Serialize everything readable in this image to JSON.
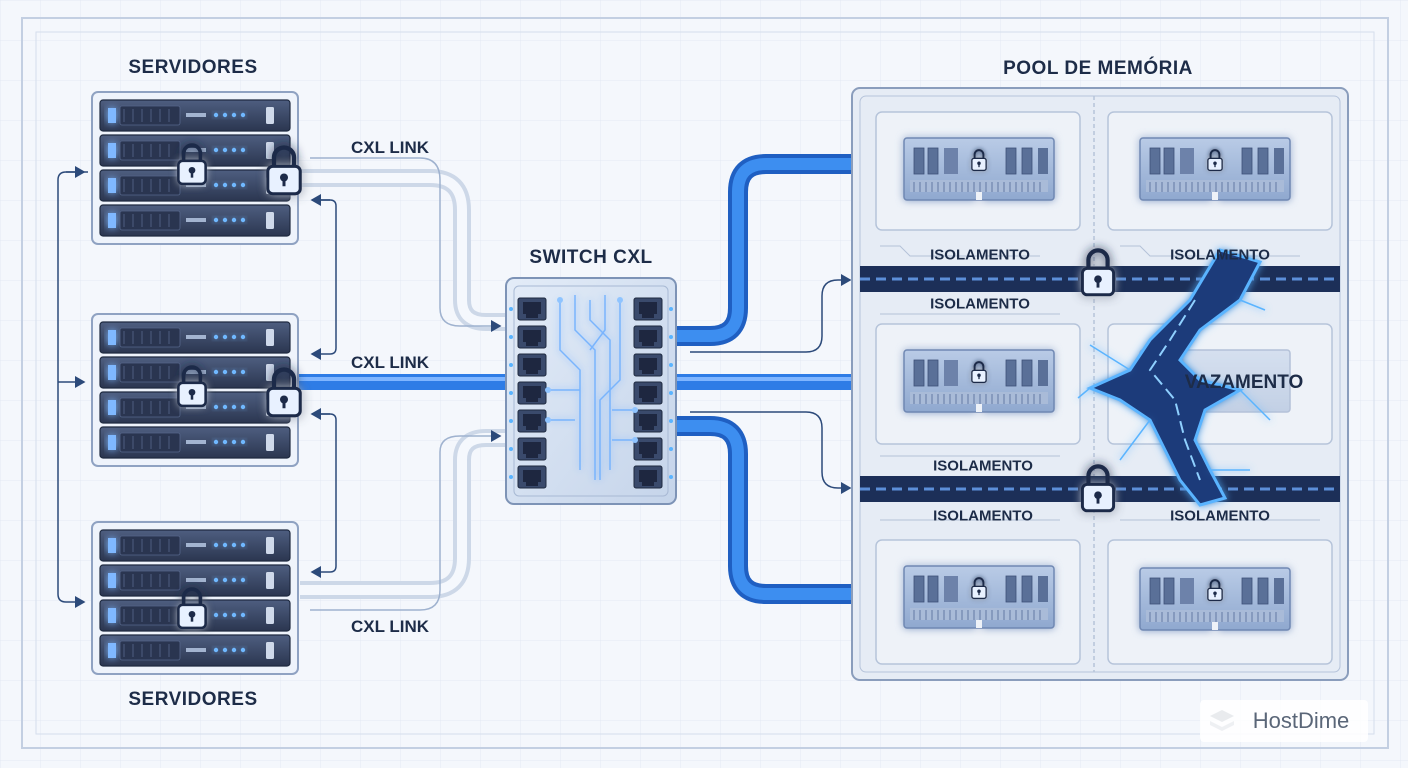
{
  "labels": {
    "servers_top": "SERVIDORES",
    "servers_bottom": "SERVIDORES",
    "link_top": "CXL LINK",
    "link_mid": "CXL LINK",
    "link_bot": "CXL LINK",
    "switch": "SWITCH CXL",
    "pool": "POOL DE MEMÓRIA",
    "iso_1": "ISOLAMENTO",
    "iso_2": "ISOLAMENTO",
    "iso_3": "ISOLAMENTO",
    "iso_4": "ISOLAMENTO",
    "iso_5": "ISOLAMENTO",
    "iso_6": "ISOLAMENTO",
    "leak": "VAZAMENTO"
  },
  "brand": {
    "name": "HostDime"
  },
  "colors": {
    "accent": "#2e7ce6",
    "dark_navy": "#1d2c48",
    "server_body": "#3e4d6b",
    "leak_glow": "#5ab4ff"
  }
}
